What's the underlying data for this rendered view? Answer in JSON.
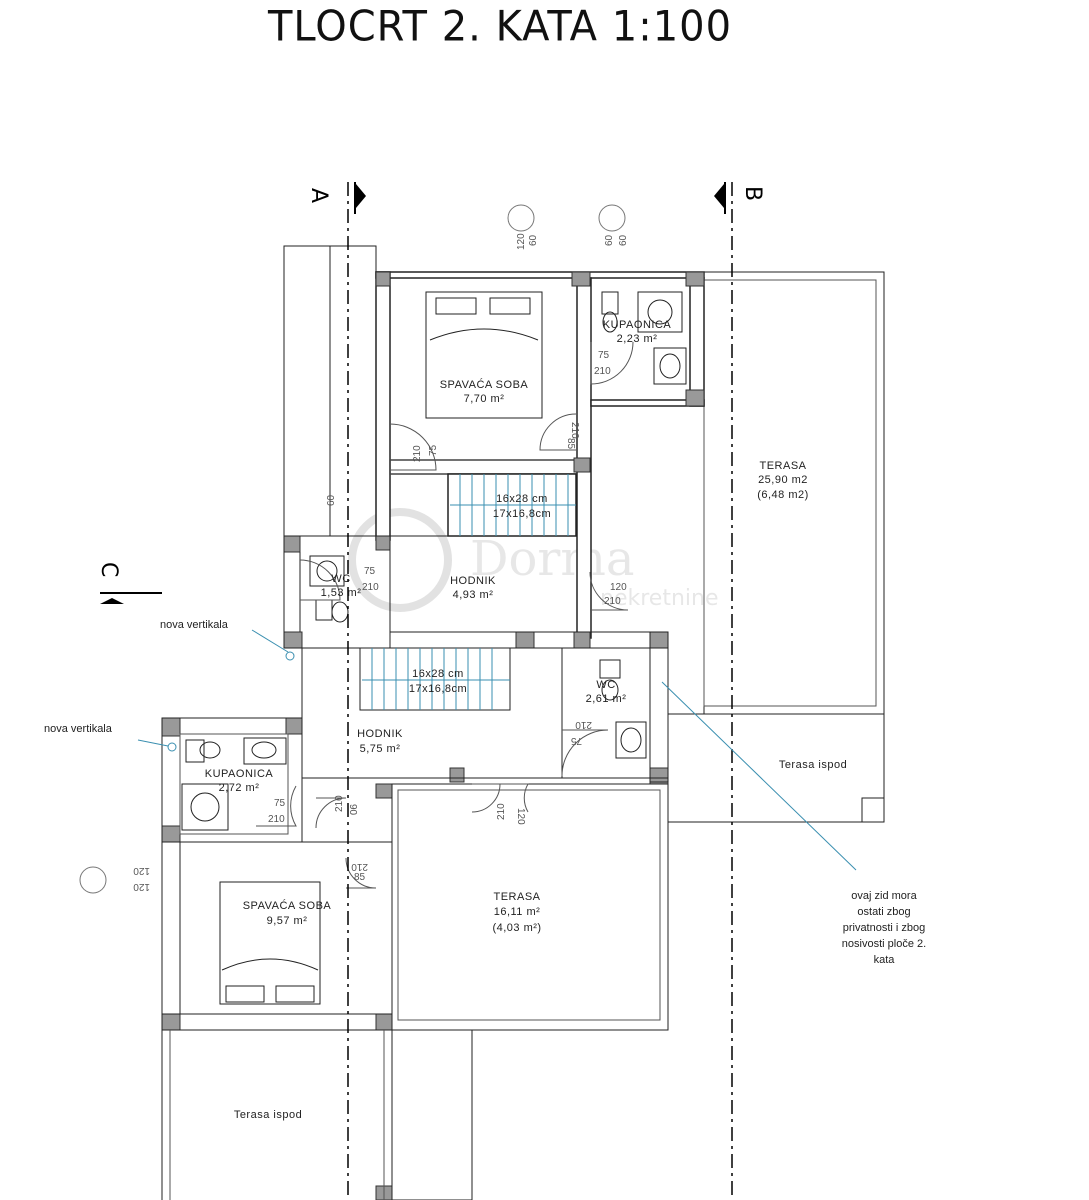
{
  "title": "TLOCRT 2. KATA 1:100",
  "axes": {
    "a": "A",
    "b": "B",
    "c": "C"
  },
  "rooms": {
    "bedroom1": {
      "name": "SPAVAĆA SOBA",
      "area": "7,70 m²"
    },
    "bathroom1": {
      "name": "KUPAONICA",
      "area": "2,23 m²"
    },
    "terrace_east": {
      "name": "TERASA",
      "area": "25,90 m2",
      "area_reduced": "(6,48 m2)"
    },
    "stairs_upper": {
      "size1": "16x28 cm",
      "size2": "17x16,8cm"
    },
    "wc1": {
      "name": "WC",
      "area": "1,53 m²"
    },
    "hall1": {
      "name": "HODNIK",
      "area": "4,93 m²"
    },
    "stairs_lower": {
      "size1": "16x28 cm",
      "size2": "17x16,8cm"
    },
    "wc2": {
      "name": "WC",
      "area": "2,61 m²"
    },
    "hall2": {
      "name": "HODNIK",
      "area": "5,75 m²"
    },
    "bathroom2": {
      "name": "KUPAONICA",
      "area": "2,72 m²"
    },
    "terrace_below_east": {
      "name": "Terasa ispod"
    },
    "terrace_south": {
      "name": "TERASA",
      "area": "16,11 m²",
      "area_reduced": "(4,03 m²)"
    },
    "bedroom2": {
      "name": "SPAVAĆA SOBA",
      "area": "9,57 m²"
    },
    "terrace_below_south": {
      "name": "Terasa ispod"
    }
  },
  "notes": {
    "vertical1": "nova vertikala",
    "vertical2": "nova vertikala",
    "wall_note": [
      "ovaj zid mora",
      "ostati zbog",
      "privatnosti i zbog",
      "nosivosti ploče 2.",
      "kata"
    ]
  },
  "dims": {
    "d120": "120",
    "d60": "60",
    "d75": "75",
    "d210": "210",
    "d85": "85",
    "d90": "90"
  },
  "watermark": {
    "brand": "Dorma",
    "sub": "nekretnine"
  }
}
